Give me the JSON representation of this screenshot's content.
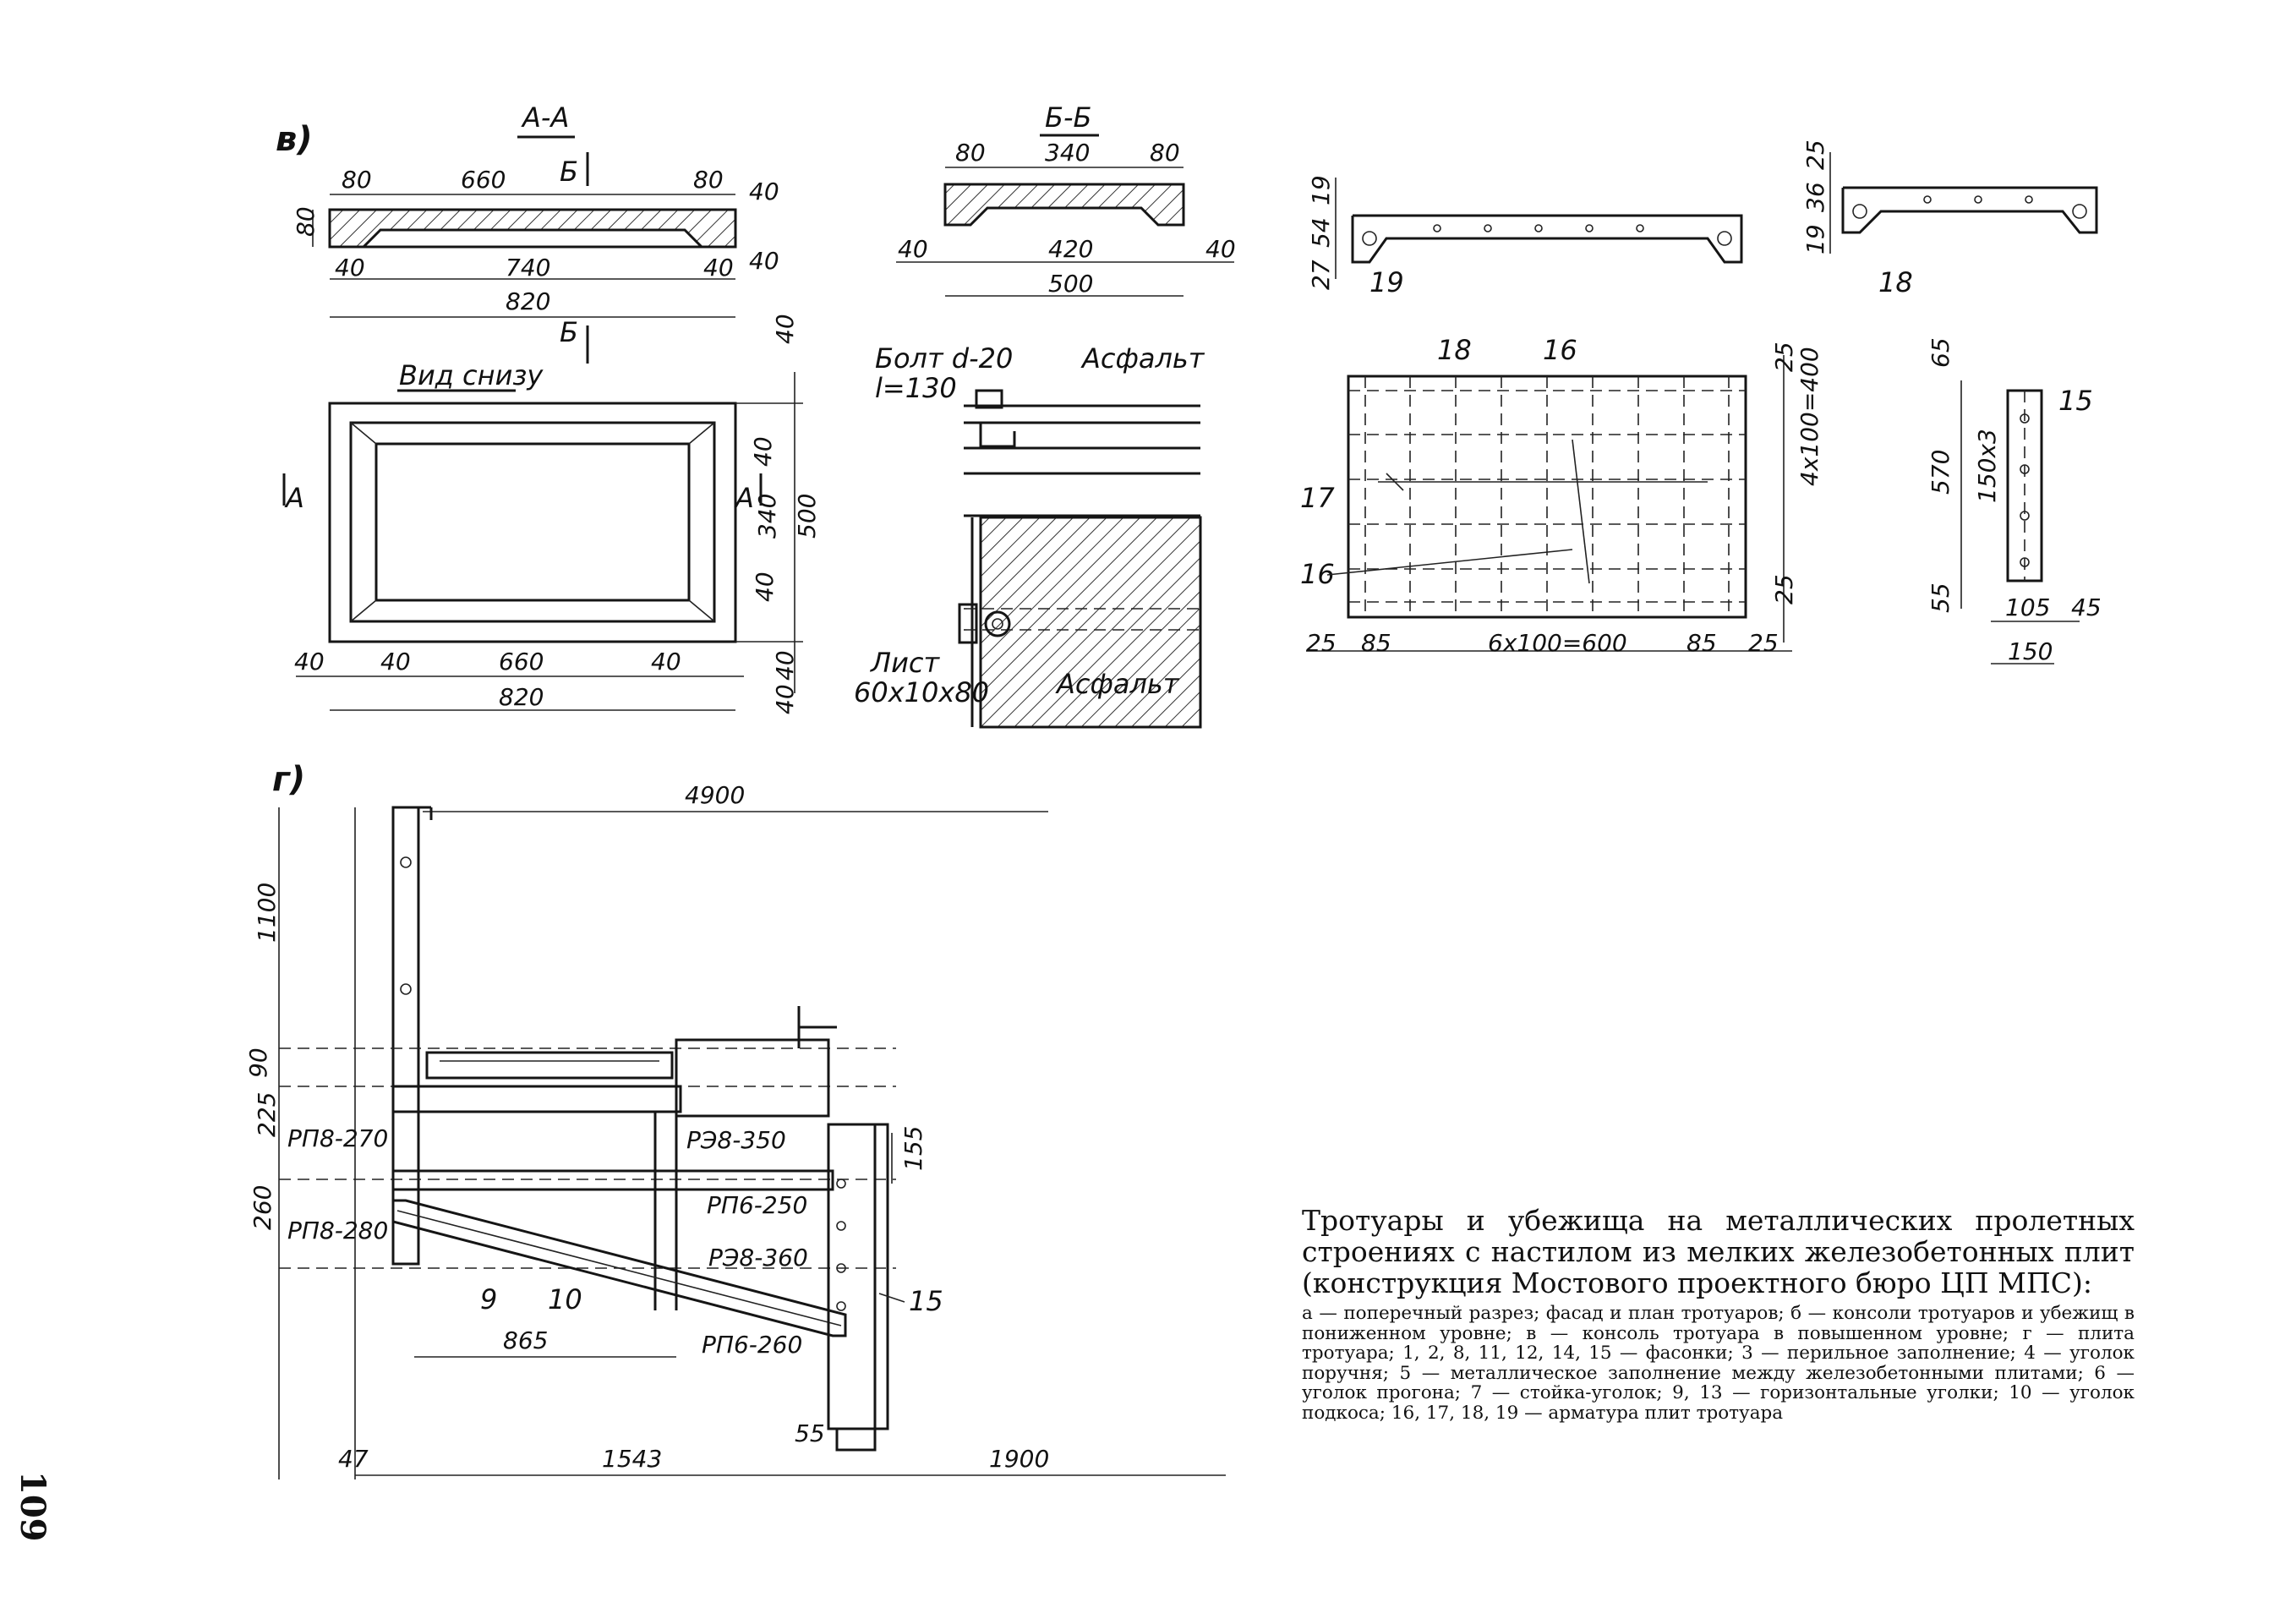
{
  "views": {
    "label_v": "в)",
    "label_g": "г)",
    "section_aa": "А-А",
    "section_bb": "Б-Б",
    "view_bottom": "Вид снизу",
    "cut_b": "Б",
    "cut_a": "А"
  },
  "callouts": {
    "bolt": "Болт d-20",
    "bolt_len": "l=130",
    "asphalt": "Асфальт",
    "sheet": "Лист",
    "sheet_size": "60x10x80",
    "rp8_270": "РП8-270",
    "rp8_280": "РП8-280",
    "rp8_350": "РЭ8-350",
    "rp6_250": "РП6-250",
    "rp8_360": "РЭ8-360",
    "rp6_260": "РП6-260"
  },
  "dims": {
    "d80": "80",
    "d660": "660",
    "d40": "40",
    "d740": "740",
    "d820": "820",
    "d340": "340",
    "d420": "420",
    "d500": "500",
    "d19": "19",
    "d54": "54",
    "d27": "27",
    "d25": "25",
    "d36": "36",
    "d85": "85",
    "d600": "6x100=600",
    "d400": "4x100=400",
    "d65": "65",
    "d570": "570",
    "d150x3": "150x3",
    "d55": "55",
    "d105": "105",
    "d45": "45",
    "d150": "150",
    "d4900": "4900",
    "d1100": "1100",
    "d90": "90",
    "d225": "225",
    "d260": "260",
    "d155": "155",
    "d865": "865",
    "d47": "47",
    "d1543": "1543",
    "d1900": "1900"
  },
  "marks": {
    "m9": "9",
    "m10": "10",
    "m15": "15",
    "m16": "16",
    "m17": "17",
    "m18": "18",
    "m19": "19"
  },
  "caption": {
    "title": "Тротуары и убежища на металлических пролетных строениях с настилом из мелких железобетонных плит (конструкция Мостового проектного бюро ЦП МПС):",
    "body": "а — поперечный разрез; фасад и план тротуаров; б — консоли тротуаров и убежищ в пониженном уровне; в — консоль тротуара в повышенном уровне; г — плита тротуара; 1, 2, 8, 11, 12, 14, 15 — фасонки; 3 — перильное заполнение; 4 — уголок поручня; 5 — металлическое заполнение между железобетонными плитами; 6 — уголок прогона; 7 — стойка-уголок; 9, 13 — горизонтальные уголки; 10 — уголок подкоса; 16, 17, 18, 19 — арматура плит тротуара"
  },
  "page_number": "109"
}
